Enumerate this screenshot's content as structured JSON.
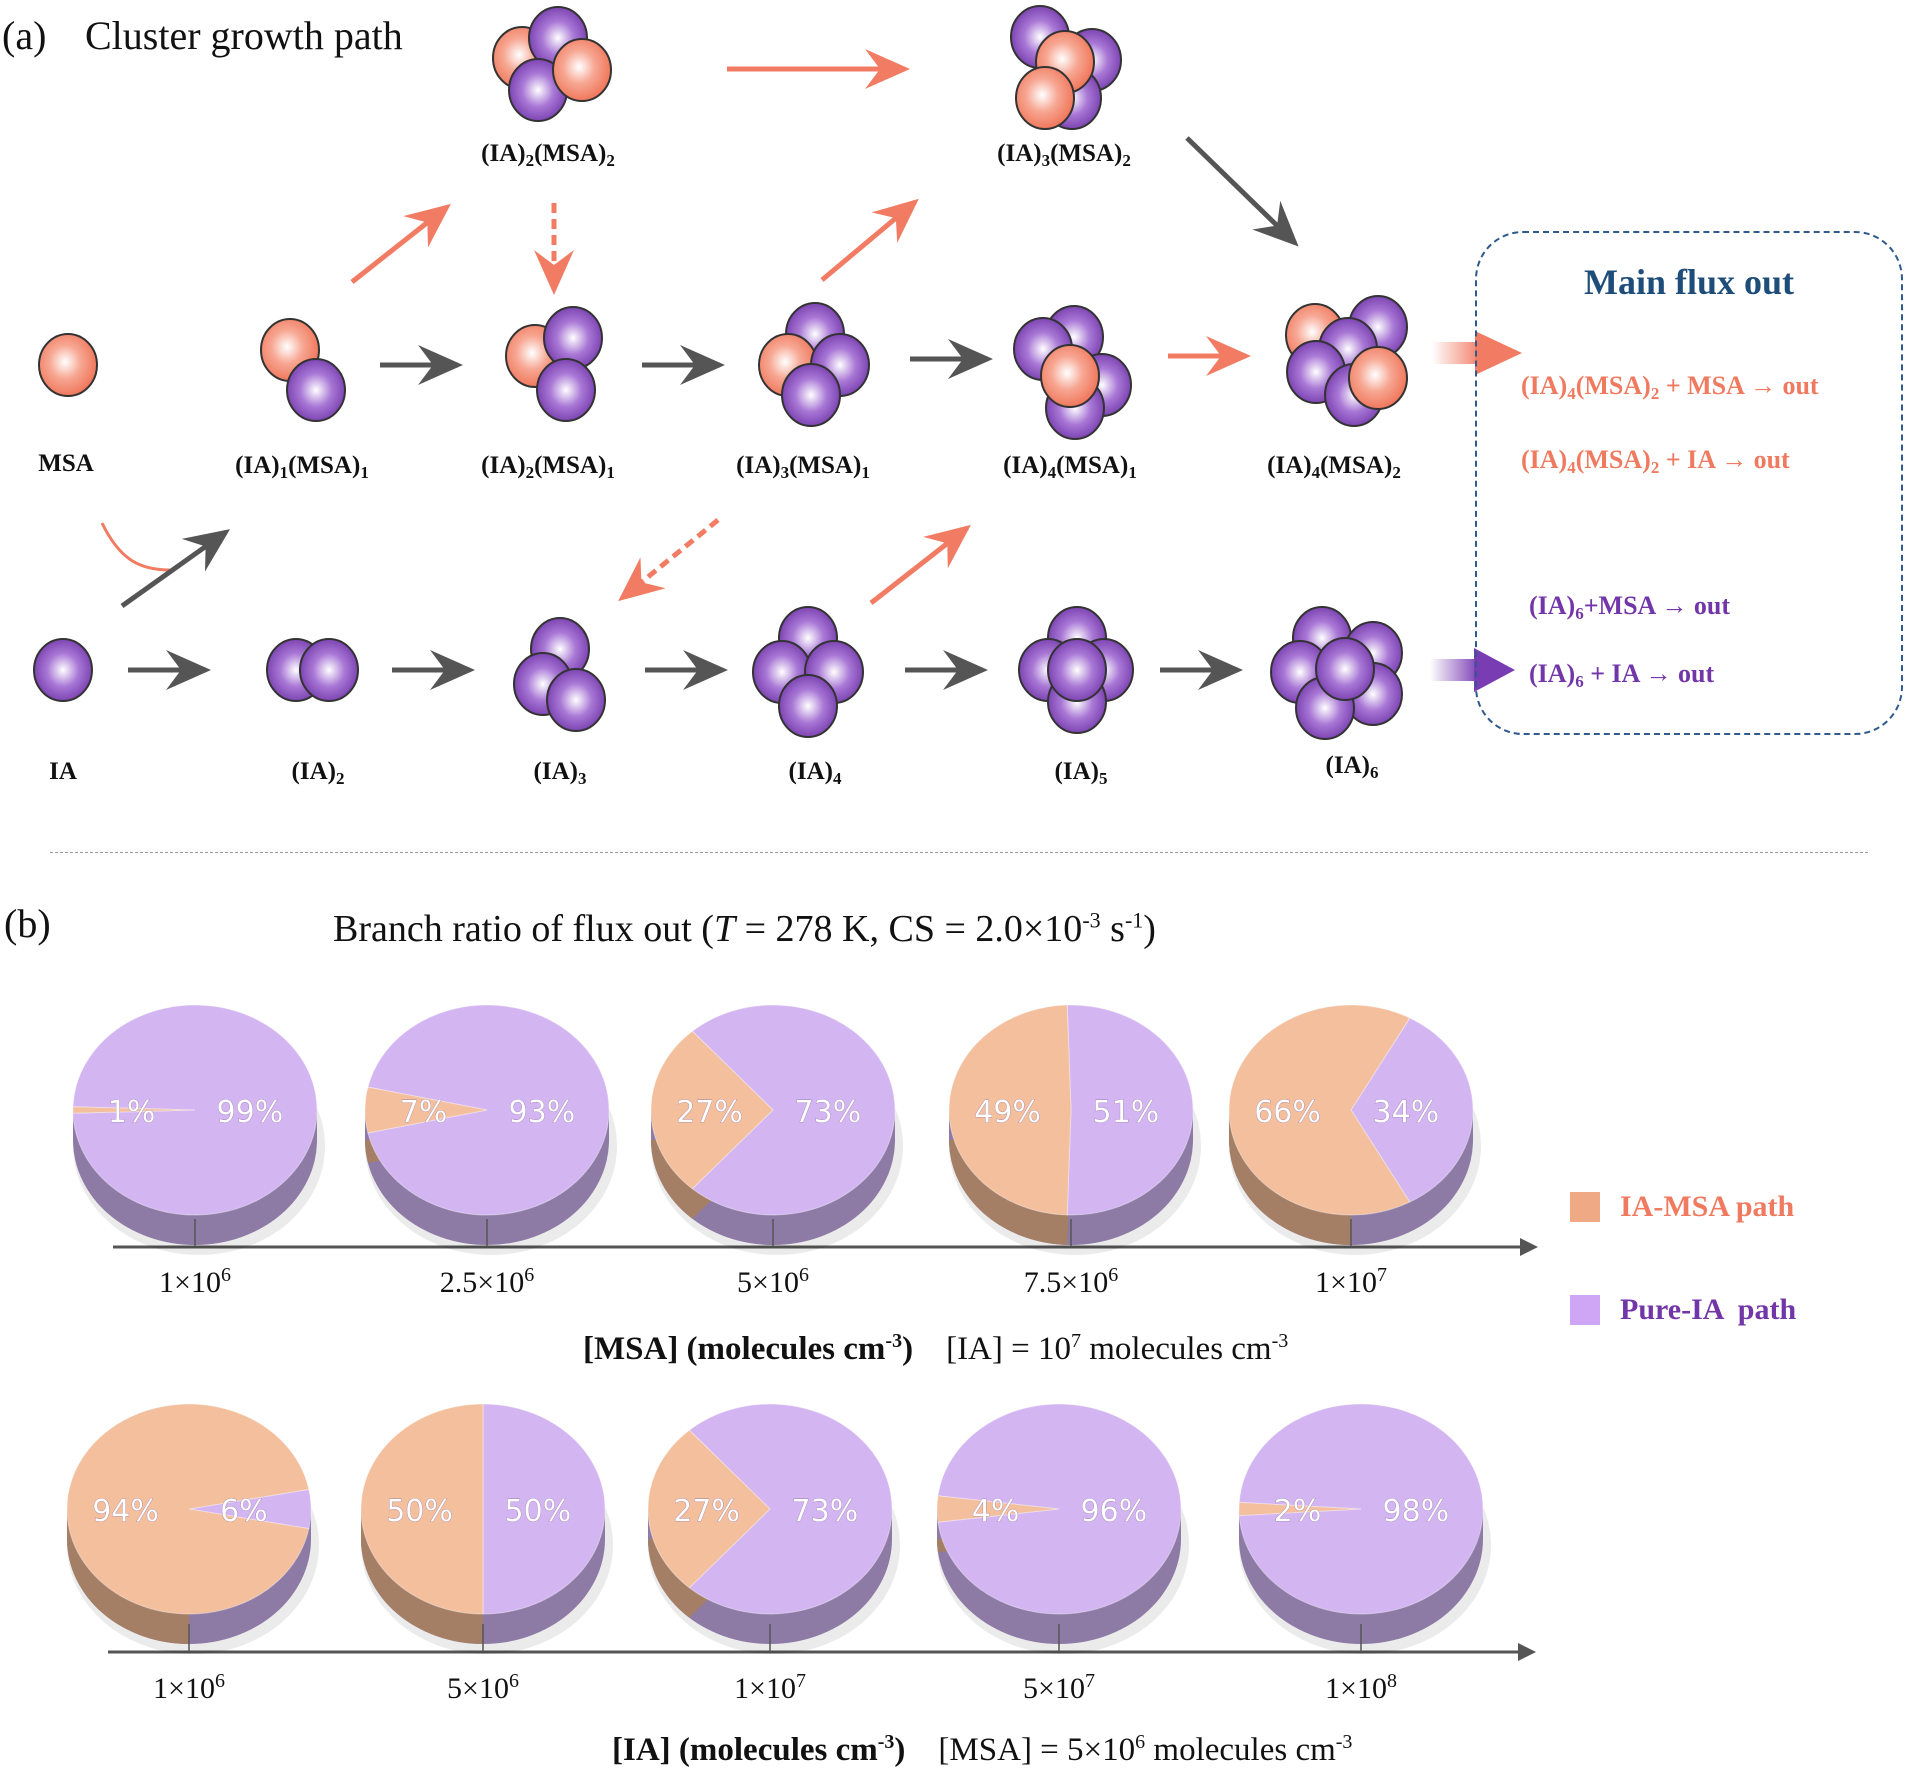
{
  "panel_a": {
    "label": "(a)",
    "title": "Cluster growth path",
    "clusters": [
      {
        "id": "msa",
        "label": "MSA",
        "sub": []
      },
      {
        "id": "ia1msa1",
        "label_parts": [
          "(IA)",
          "1",
          "(MSA)",
          "1"
        ]
      },
      {
        "id": "ia2msa1",
        "label_parts": [
          "(IA)",
          "2",
          "(MSA)",
          "1"
        ]
      },
      {
        "id": "ia3msa1",
        "label_parts": [
          "(IA)",
          "3",
          "(MSA)",
          "1"
        ]
      },
      {
        "id": "ia4msa1",
        "label_parts": [
          "(IA)",
          "4",
          "(MSA)",
          "1"
        ]
      },
      {
        "id": "ia4msa2",
        "label_parts": [
          "(IA)",
          "4",
          "(MSA)",
          "2"
        ]
      },
      {
        "id": "ia2msa2",
        "label_parts": [
          "(IA)",
          "2",
          "(MSA)",
          "2"
        ]
      },
      {
        "id": "ia3msa2",
        "label_parts": [
          "(IA)",
          "3",
          "(MSA)",
          "2"
        ]
      },
      {
        "id": "ia",
        "label": "IA"
      },
      {
        "id": "ia2",
        "label_parts": [
          "(IA)",
          "2"
        ]
      },
      {
        "id": "ia3",
        "label_parts": [
          "(IA)",
          "3"
        ]
      },
      {
        "id": "ia4",
        "label_parts": [
          "(IA)",
          "4"
        ]
      },
      {
        "id": "ia5",
        "label_parts": [
          "(IA)",
          "5"
        ]
      },
      {
        "id": "ia6",
        "label_parts": [
          "(IA)",
          "6"
        ]
      }
    ],
    "flux_box": {
      "title": "Main flux out",
      "ia_msa_lines": [
        {
          "parts": [
            "(IA)",
            "4",
            "(MSA)",
            "2",
            " + MSA → out"
          ]
        },
        {
          "parts": [
            "(IA)",
            "4",
            "(MSA)",
            "2",
            " + IA → out"
          ]
        }
      ],
      "pure_ia_lines": [
        {
          "parts": [
            "(IA)",
            "6",
            "+MSA → out"
          ]
        },
        {
          "parts": [
            "(IA)",
            "6",
            " + IA → out"
          ]
        }
      ]
    },
    "colors": {
      "msa": "#f07a5f",
      "ia": "#7236a8",
      "arrow_gray": "#555555",
      "arrow_orange": "#f27c63",
      "box_border": "#2f5a8e",
      "box_title": "#1f4d7a"
    }
  },
  "panel_b": {
    "label": "(b)",
    "title_text": "Branch ratio of flux out  (",
    "title_T": "T",
    "title_rest": " = 278 K, CS = 2.0×10",
    "title_exp1": "-3",
    "title_unit": " s",
    "title_exp2": "-1",
    "title_close": ")",
    "legend": [
      {
        "label": "IA-MSA path",
        "color": "#f0a985",
        "text_color": "#f07a5f"
      },
      {
        "label": "Pure-IA  path",
        "color": "#cfa5f5",
        "text_color": "#7236a8"
      }
    ],
    "row1_axis": {
      "bold": "[MSA] (molecules cm",
      "bold_exp": "-3",
      "bold_close": ")",
      "normal": "[IA] = 10",
      "normal_exp": "7",
      "normal_rest": " molecules cm",
      "normal_exp2": "-3"
    },
    "row2_axis": {
      "bold": "[IA] (molecules cm",
      "bold_exp": "-3",
      "bold_close": ")",
      "normal": "[MSA] = 5×10",
      "normal_exp": "6",
      "normal_rest": " molecules cm",
      "normal_exp2": "-3"
    }
  },
  "chart_data": [
    {
      "type": "pie",
      "title": "Branch ratio of flux out (T = 278 K, CS = 2.0×10^-3 s^-1)",
      "xlabel": "[MSA] (molecules cm^-3)",
      "condition": "[IA] = 10^7 molecules cm^-3",
      "categories": [
        "1×10^6",
        "2.5×10^6",
        "5×10^6",
        "7.5×10^6",
        "1×10^7"
      ],
      "tick_labels": [
        {
          "base": "1×10",
          "exp": "6"
        },
        {
          "base": "2.5×10",
          "exp": "6"
        },
        {
          "base": "5×10",
          "exp": "6"
        },
        {
          "base": "7.5×10",
          "exp": "6"
        },
        {
          "base": "1×10",
          "exp": "7"
        }
      ],
      "series": [
        {
          "name": "IA-MSA path",
          "values": [
            1,
            7,
            27,
            49,
            66
          ]
        },
        {
          "name": "Pure-IA path",
          "values": [
            99,
            93,
            73,
            51,
            34
          ]
        }
      ],
      "units": "%",
      "legend": "right"
    },
    {
      "type": "pie",
      "xlabel": "[IA] (molecules cm^-3)",
      "condition": "[MSA] = 5×10^6 molecules cm^-3",
      "categories": [
        "1×10^6",
        "5×10^6",
        "1×10^7",
        "5×10^7",
        "1×10^8"
      ],
      "tick_labels": [
        {
          "base": "1×10",
          "exp": "6"
        },
        {
          "base": "5×10",
          "exp": "6"
        },
        {
          "base": "1×10",
          "exp": "7"
        },
        {
          "base": "5×10",
          "exp": "7"
        },
        {
          "base": "1×10",
          "exp": "8"
        }
      ],
      "series": [
        {
          "name": "IA-MSA path",
          "values": [
            94,
            50,
            27,
            4,
            2
          ]
        },
        {
          "name": "Pure-IA path",
          "values": [
            6,
            50,
            73,
            96,
            98
          ]
        }
      ],
      "units": "%",
      "legend": "right"
    }
  ]
}
